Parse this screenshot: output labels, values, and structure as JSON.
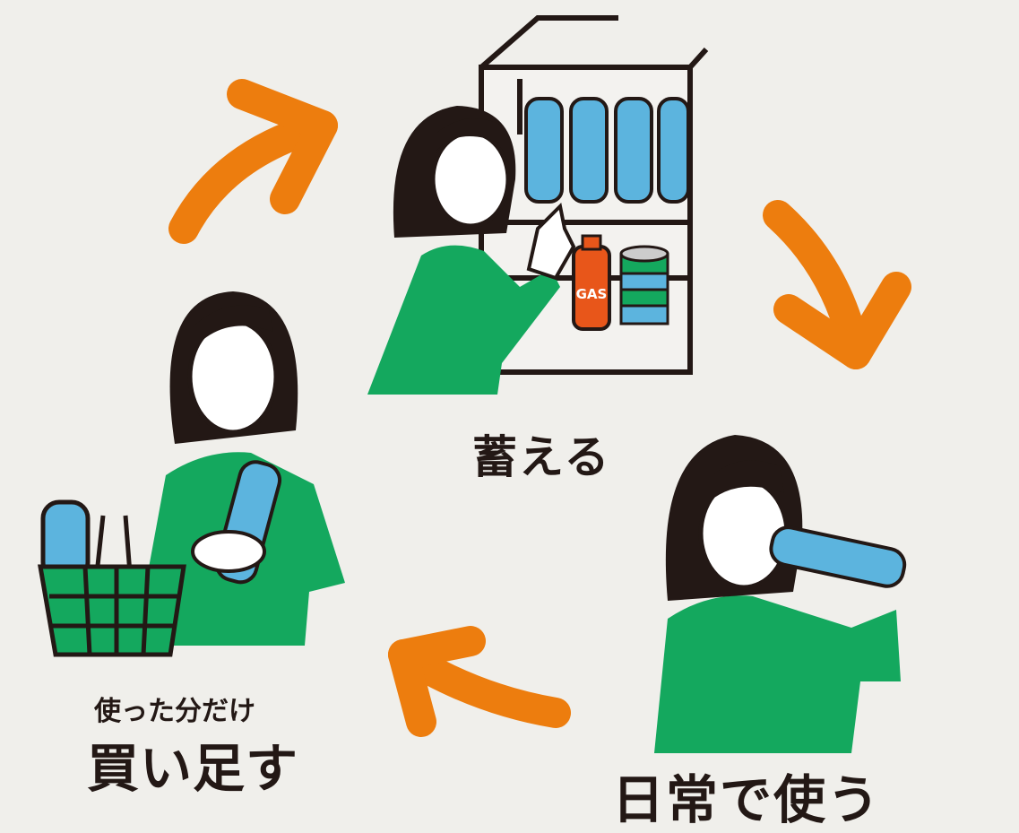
{
  "labels": {
    "store": "蓄える",
    "use": "日常で使う",
    "buy_sub": "使った分だけ",
    "buy": "買い足す",
    "gas_can": "GAS"
  },
  "colors": {
    "background": "#f0efeb",
    "arrow": "#ed7d0e",
    "shirt": "#14a85e",
    "water": "#5cb4de",
    "ink": "#231815",
    "gas": "#e8561a"
  },
  "icons": [
    "cycle-arrow",
    "water-bottle",
    "gas-canister",
    "canned-food",
    "shopping-basket",
    "refrigerator"
  ]
}
